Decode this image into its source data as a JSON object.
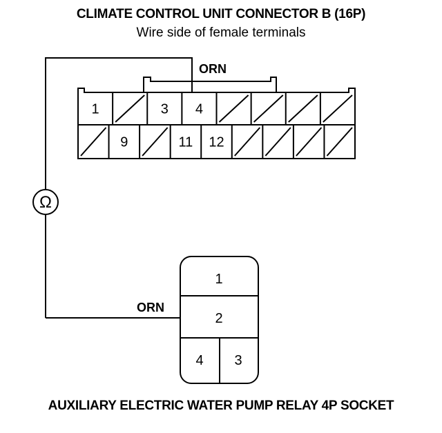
{
  "title": "CLIMATE CONTROL UNIT CONNECTOR B (16P)",
  "subtitle": "Wire side of female terminals",
  "caption": "AUXILIARY ELECTRIC WATER PUMP RELAY 4P SOCKET",
  "connector_b": {
    "top_row": [
      "1",
      "",
      "3",
      "4",
      "",
      "",
      "",
      ""
    ],
    "bottom_row": [
      "",
      "9",
      "",
      "11",
      "12",
      "",
      "",
      "",
      ""
    ],
    "wire_label": "ORN"
  },
  "relay_socket": {
    "pins": [
      "1",
      "2",
      "4",
      "3"
    ],
    "wire_label": "ORN"
  },
  "meter": {
    "symbol": "Ω"
  }
}
